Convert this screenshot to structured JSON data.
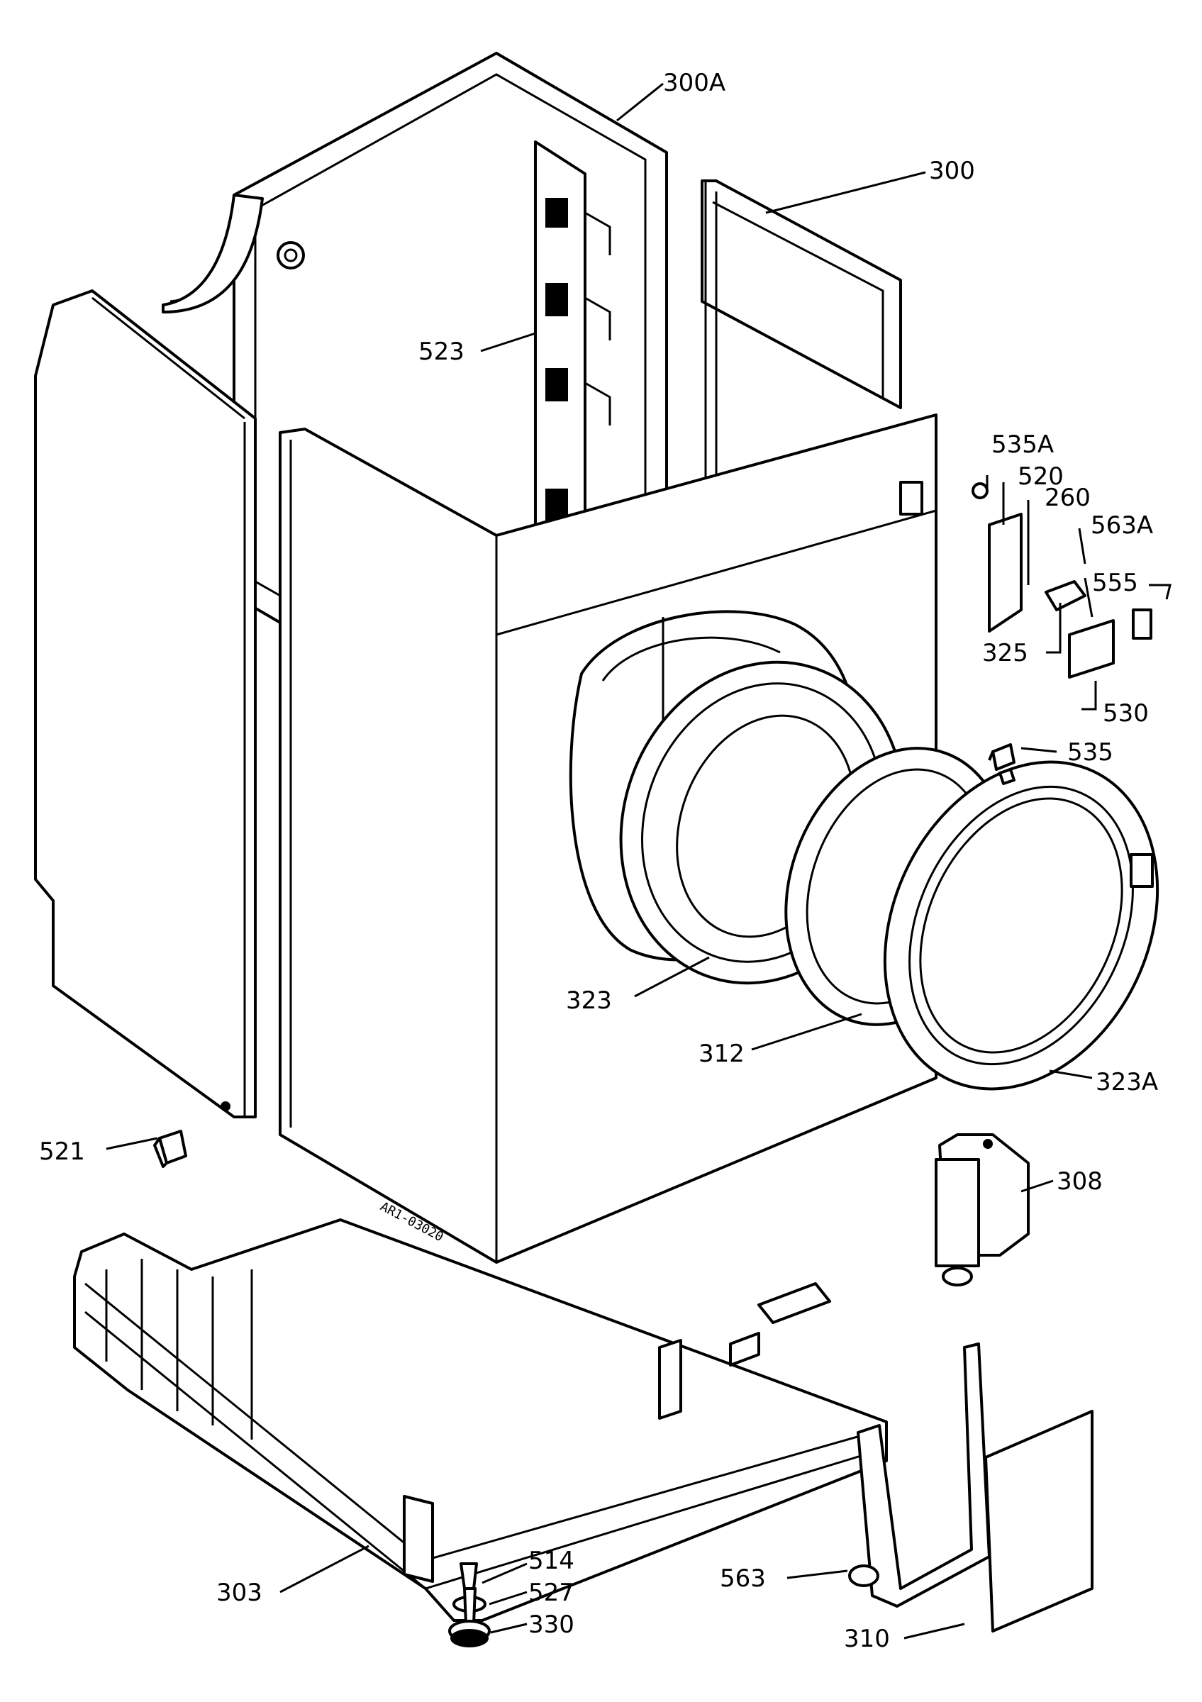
{
  "stamp_code": "AR1-03020",
  "labels": {
    "300A": "300A",
    "300": "300",
    "523": "523",
    "535A": "535A",
    "520": "520",
    "260": "260",
    "563A": "563A",
    "555": "555",
    "325": "325",
    "530": "530",
    "535": "535",
    "323": "323",
    "312": "312",
    "323A": "323A",
    "521": "521",
    "308": "308",
    "303": "303",
    "514": "514",
    "527": "527",
    "330": "330",
    "563": "563",
    "310": "310"
  }
}
